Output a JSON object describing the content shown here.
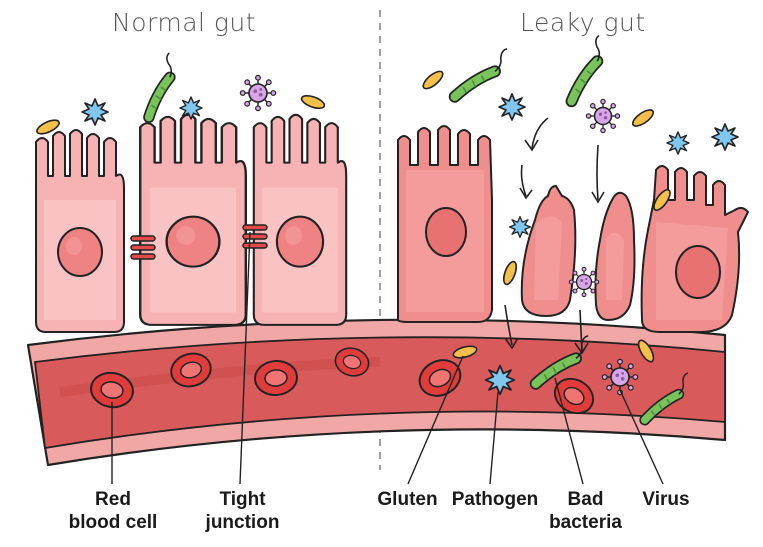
{
  "titles": {
    "normal": "Normal gut",
    "leaky": "Leaky gut"
  },
  "labels": {
    "red_blood_cell": [
      "Red",
      "blood cell"
    ],
    "tight_junction": [
      "Tight",
      "junction"
    ],
    "gluten": "Gluten",
    "pathogen": "Pathogen",
    "bad_bacteria": [
      "Bad",
      "bacteria"
    ],
    "virus": "Virus"
  },
  "colors": {
    "cell_fill": "#f7b3b3",
    "cell_fill_leaky": "#f08e8e",
    "nucleus": "#ef8383",
    "vessel_outer": "#f0a0a0",
    "vessel_lumen": "#d85a5a",
    "rbc": "#e03c3c",
    "gluten": "#f5c04a",
    "pathogen": "#7fc7f0",
    "bacteria": "#79c35b",
    "virus": "#d8a6e8"
  }
}
